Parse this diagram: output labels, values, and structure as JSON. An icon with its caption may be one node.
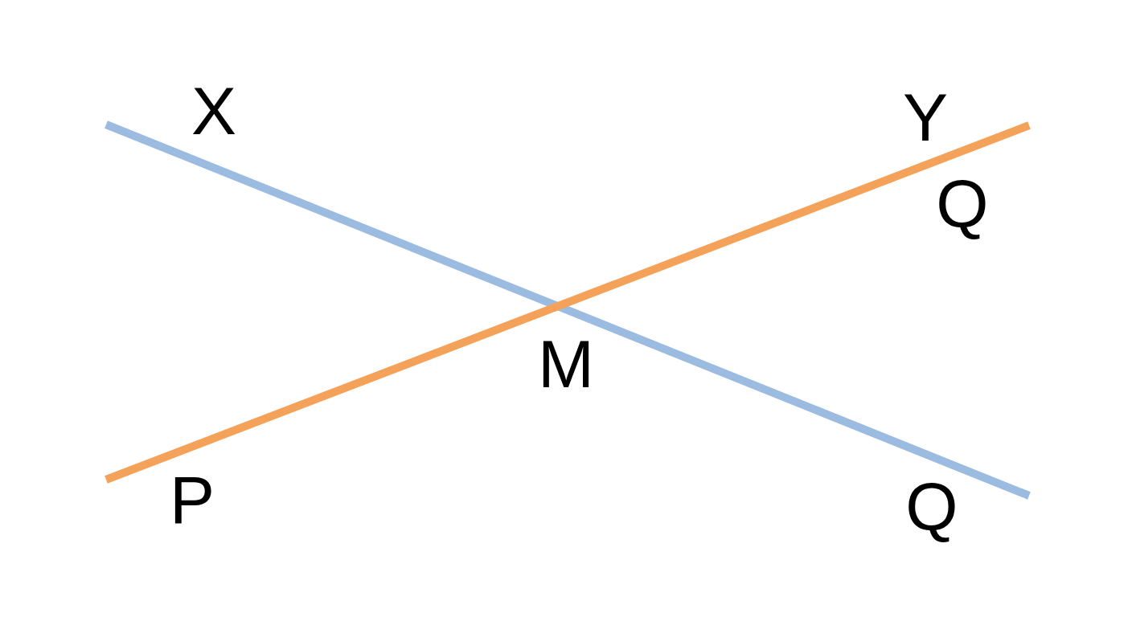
{
  "diagram": {
    "labels": [
      "X",
      "Y",
      "Q",
      "M",
      "P",
      "Q"
    ]
  }
}
